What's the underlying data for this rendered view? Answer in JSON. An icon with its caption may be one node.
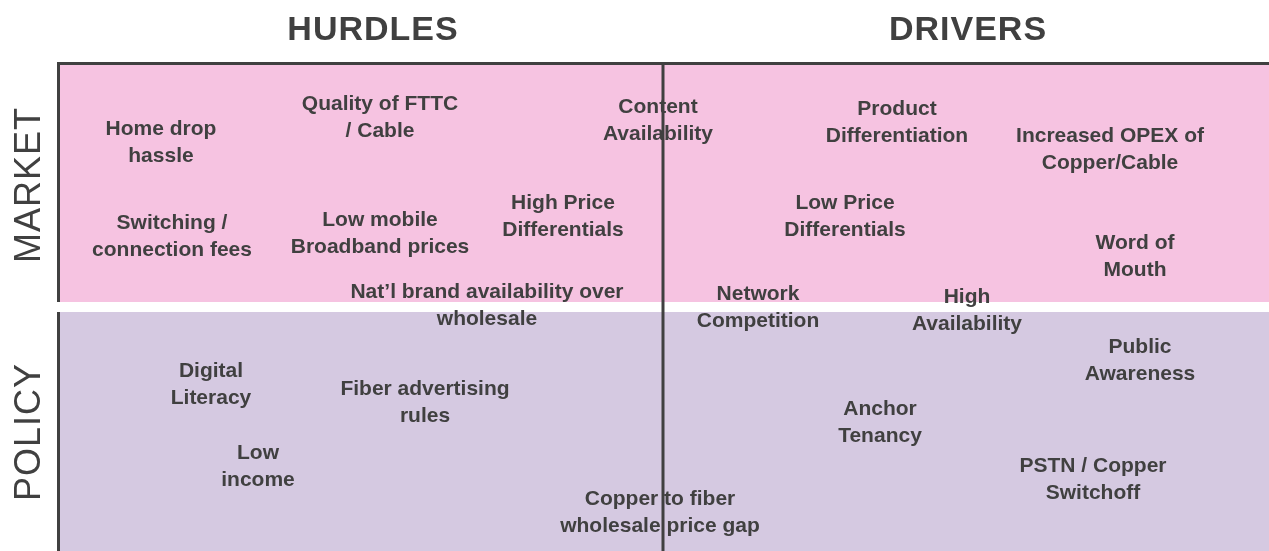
{
  "diagram": {
    "nodes": [
      {
        "text": [
          "MARKET"
        ]
      },
      {
        "text": [
          "POLICY"
        ]
      }
    ],
    "labels": [
      "HURDLES",
      "DRIVERS",
      "Quality of FTTC / Cable",
      "Content Availability",
      "Product Differentiation",
      "Home drop hassle",
      "Increased OPEX of Copper/Cable",
      "High Price Differentials",
      "Low Price Differentials",
      "Switching / connection fees",
      "Low mobile Broadband prices",
      "Word of Mouth",
      "Nat’l brand availability over wholesale",
      "Network Competition",
      "High Availability",
      "Public Awareness",
      "Digital Literacy",
      "Fiber advertising rules",
      "Anchor Tenancy",
      "Low income",
      "PSTN / Copper Switchoff",
      "Copper to fiber wholesale price gap"
    ]
  }
}
